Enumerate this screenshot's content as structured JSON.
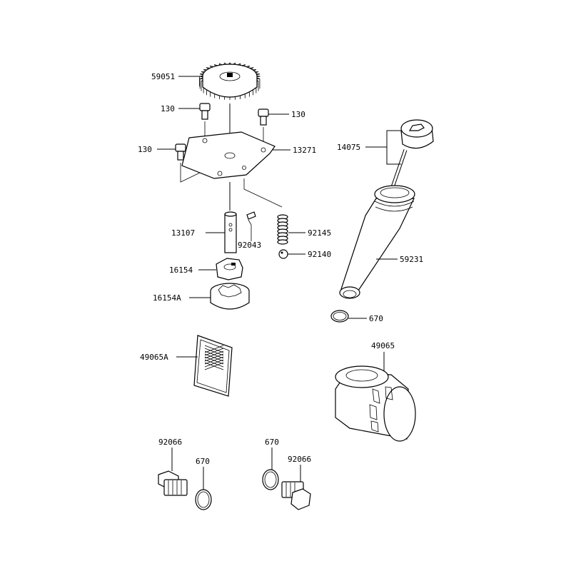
{
  "labels": {
    "gear": "59051",
    "bolt_left_top": "130",
    "bolt_right_top": "130",
    "bolt_left_bottom": "130",
    "cover_plate": "13271",
    "shaft": "13107",
    "pin": "92043",
    "spring": "92145",
    "ball": "92140",
    "inner_rotor": "16154",
    "outer_rotor": "16154A",
    "dipstick": "14075",
    "filler_tube": "59231",
    "oring_tube": "670",
    "screen": "49065A",
    "oil_filter": "49065",
    "plug_left": "92066",
    "oring_left": "670",
    "oring_right": "670",
    "plug_right": "92066"
  }
}
